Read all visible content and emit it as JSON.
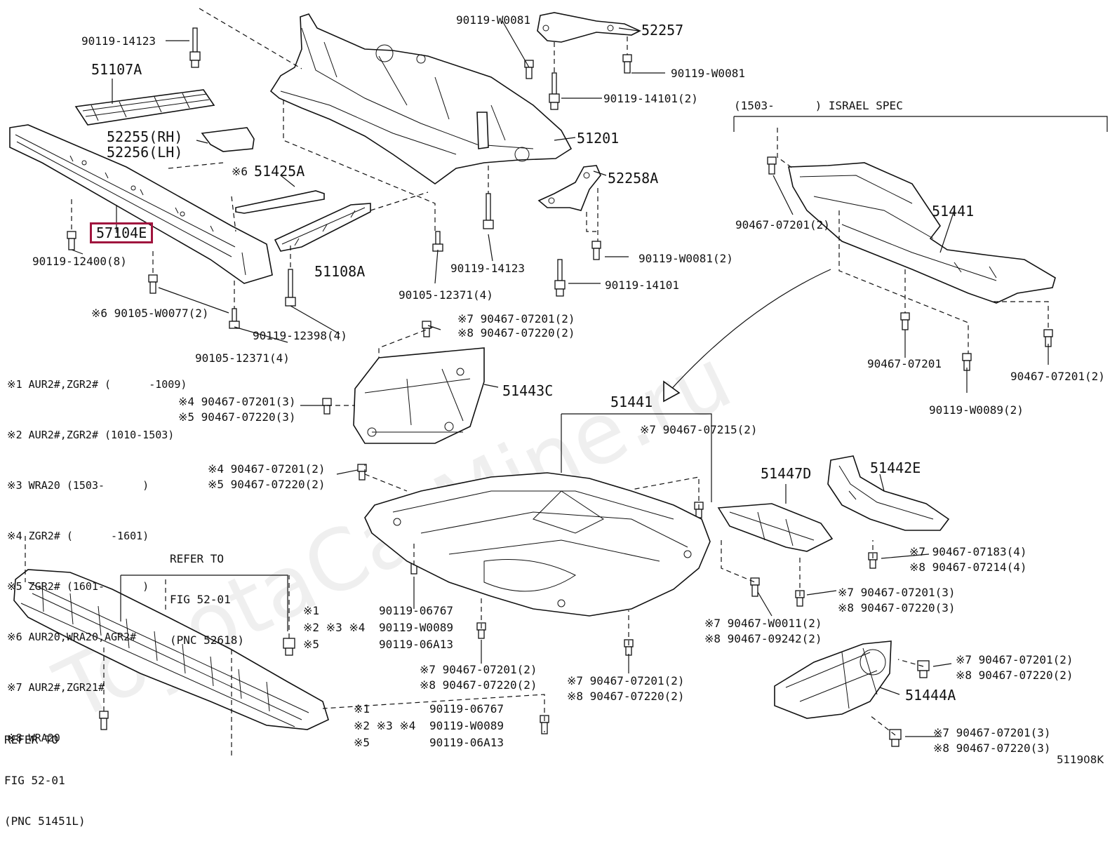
{
  "diagram": {
    "figure_code": "511908K",
    "watermark": "ToyotaCarMine.ru",
    "spec_bracket_label": "(1503-      ) ISRAEL SPEC",
    "refer_top": {
      "line1": "REFER TO",
      "line2": "FIG 52-01",
      "line3": "(PNC 52618)"
    },
    "refer_bottom": {
      "line1": "REFER TO",
      "line2": "FIG 52-01",
      "line3": "(PNC 51451L)"
    },
    "notes": [
      "※1 AUR2#,ZGR2# (      -1009)",
      "※2 AUR2#,ZGR2# (1010-1503)",
      "※3 WRA20 (1503-      )",
      "※4 ZGR2# (      -1601)",
      "※5 ZGR2# (1601-      )",
      "※6 AUR20,WRA20,AGR2#",
      "※7 AUR2#,ZGR21#",
      "※8 WRA20"
    ],
    "pnc_labels": {
      "p51107A": "51107A",
      "p52255": "52255(RH)",
      "p52256": "52256(LH)",
      "p51425A": "51425A",
      "p51425A_note": "※6",
      "p57104E": "57104E",
      "p51108A": "51108A",
      "p51201": "51201",
      "p52257": "52257",
      "p52258A": "52258A",
      "p51441_top": "51441",
      "p51443C": "51443C",
      "p51441_mid": "51441",
      "p51447D": "51447D",
      "p51442E": "51442E",
      "p51444A": "51444A"
    },
    "part_labels": {
      "l_90119_14123_a": "90119-14123",
      "l_90119_12400": "90119-12400(8)",
      "l_90105_W0077": "※6 90105-W0077(2)",
      "l_90105_12371_a": "90105-12371(4)",
      "l_90119_12398": "90119-12398(4)",
      "l_90105_12371_b": "90105-12371(4)",
      "l_90119_14123_b": "90119-14123",
      "l_90119_W0081_a": "90119-W0081",
      "l_90119_W0081_b": "90119-W0081",
      "l_90119_14101_a": "90119-14101(2)",
      "l_90119_W0081_c": "90119-W0081(2)",
      "l_90119_14101_b": "90119-14101",
      "l_90467_07201_2_a": "90467-07201(2)",
      "l_90467_07201_b": "90467-07201",
      "l_90467_07201_2_c": "90467-07201(2)",
      "l_90119_W0089_2": "90119-W0089(2)",
      "l_c7_90467_07201_2": "※7 90467-07201(2)",
      "l_c8_90467_07220_2": "※8 90467-07220(2)",
      "l_c4_90467_07201_3": "※4 90467-07201(3)",
      "l_c5_90467_07220_3": "※5 90467-07220(3)",
      "l_c7_90467_07215_2": "※7 90467-07215(2)",
      "l_c4_90467_07201_2": "※4 90467-07201(2)",
      "l_c5_90467_07220_2": "※5 90467-07220(2)",
      "l_c1_left": "※1",
      "l_c2c3c4_left": "※2 ※3 ※4",
      "l_c5_left": "※5",
      "l_90119_06767_a": "90119-06767",
      "l_90119_W0089_a": "90119-W0089",
      "l_90119_06A13_a": "90119-06A13",
      "l_c7_90467_07201_2_b": "※7 90467-07201(2)",
      "l_c8_90467_07220_2_b": "※8 90467-07220(2)",
      "l_c7_90467_07201_2_c": "※7 90467-07201(2)",
      "l_c8_90467_07220_2_c": "※8 90467-07220(2)",
      "l_c1_bottom": "※1",
      "l_c2c3c4_bottom": "※2 ※3 ※4",
      "l_c5_bottom": "※5",
      "l_90119_06767_b": "90119-06767",
      "l_90119_W0089_b": "90119-W0089",
      "l_90119_06A13_b": "90119-06A13",
      "l_c7_90467_07183_4": "※7 90467-07183(4)",
      "l_c8_90467_07214_4": "※8 90467-07214(4)",
      "l_c7_90467_07201_3": "※7 90467-07201(3)",
      "l_c8_90467_07220_3": "※8 90467-07220(3)",
      "l_c7_90467_W0011_2": "※7 90467-W0011(2)",
      "l_c8_90467_09242_2": "※8 90467-09242(2)",
      "l_c7_90467_07201_2_d": "※7 90467-07201(2)",
      "l_c8_90467_07220_2_d": "※8 90467-07220(2)",
      "l_c7_90467_07201_3_b": "※7 90467-07201(3)",
      "l_c8_90467_07220_3_b": "※8 90467-07220(3)"
    }
  }
}
